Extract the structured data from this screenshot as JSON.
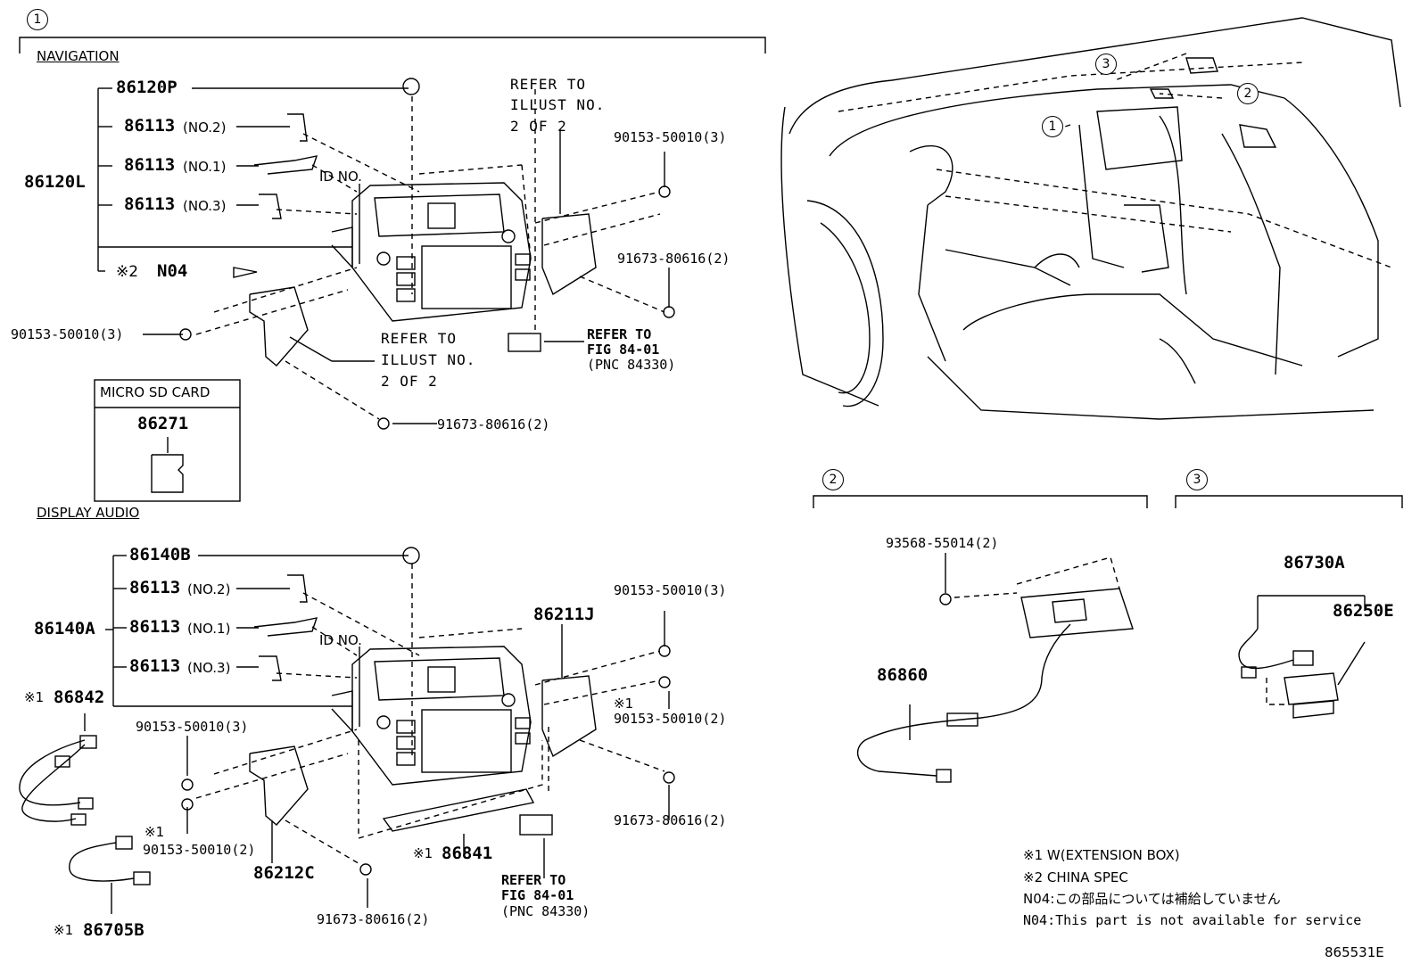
{
  "sections": {
    "s1": "1",
    "s2": "2",
    "s3": "3",
    "navigation": "NAVIGATION",
    "display_audio": "DISPLAY AUDIO",
    "micro_sd": "MICRO SD CARD"
  },
  "nav": {
    "p86120p": "86120P",
    "p86113_a": "86113",
    "p86113_a_sub": "(NO.2)",
    "p86113_b": "86113",
    "p86113_b_sub": "(NO.1)",
    "p86113_c": "86113",
    "p86113_c_sub": "(NO.3)",
    "p86120l": "86120L",
    "mark2": "※2",
    "n04": "N04",
    "id_no": "ID NO.",
    "refer_illust_1": "REFER TO",
    "refer_illust_2": "ILLUST NO.",
    "refer_illust_3": "2 OF 2",
    "refer_illust_b1": "REFER TO",
    "refer_illust_b2": "ILLUST NO.",
    "refer_illust_b3": "2 OF 2",
    "b90153_r": "90153-50010(3)",
    "b91673_r": "91673-80616(2)",
    "b90153_l": "90153-50010(3)",
    "b91673_b": "91673-80616(2)",
    "refer_fig_1": "REFER TO",
    "refer_fig_2": "FIG 84-01",
    "refer_fig_3": "(PNC 84330)",
    "p86271": "86271"
  },
  "da": {
    "p86140b": "86140B",
    "p86113_a": "86113",
    "p86113_a_sub": "(NO.2)",
    "p86113_b": "86113",
    "p86113_b_sub": "(NO.1)",
    "p86113_c": "86113",
    "p86113_c_sub": "(NO.3)",
    "p86140a": "86140A",
    "id_no": "ID NO.",
    "p86211j": "86211J",
    "b90153_r": "90153-50010(3)",
    "mark1_r": "※1",
    "b90153_r2": "90153-50010(2)",
    "b91673_r": "91673-80616(2)",
    "b90153_l": "90153-50010(3)",
    "mark1_l": "※1",
    "b90153_l2": "90153-50010(2)",
    "p86212c": "86212C",
    "b91673_b": "91673-80616(2)",
    "mark1_86841": "※1",
    "p86841": "86841",
    "refer_fig_1": "REFER TO",
    "refer_fig_2": "FIG 84-01",
    "refer_fig_3": "(PNC 84330)",
    "mark1_86842": "※1",
    "p86842": "86842",
    "mark1_86705b": "※1",
    "p86705b": "86705B"
  },
  "right": {
    "b93568": "93568-55014(2)",
    "p86860": "86860",
    "p86730a": "86730A",
    "p86250e": "86250E"
  },
  "notes": {
    "n1": "※1 W(EXTENSION BOX)",
    "n2": "※2 CHINA SPEC",
    "n3": "N04:この部品については補給していません",
    "n4": "N04:This part is not available for service",
    "code": "865531E"
  }
}
